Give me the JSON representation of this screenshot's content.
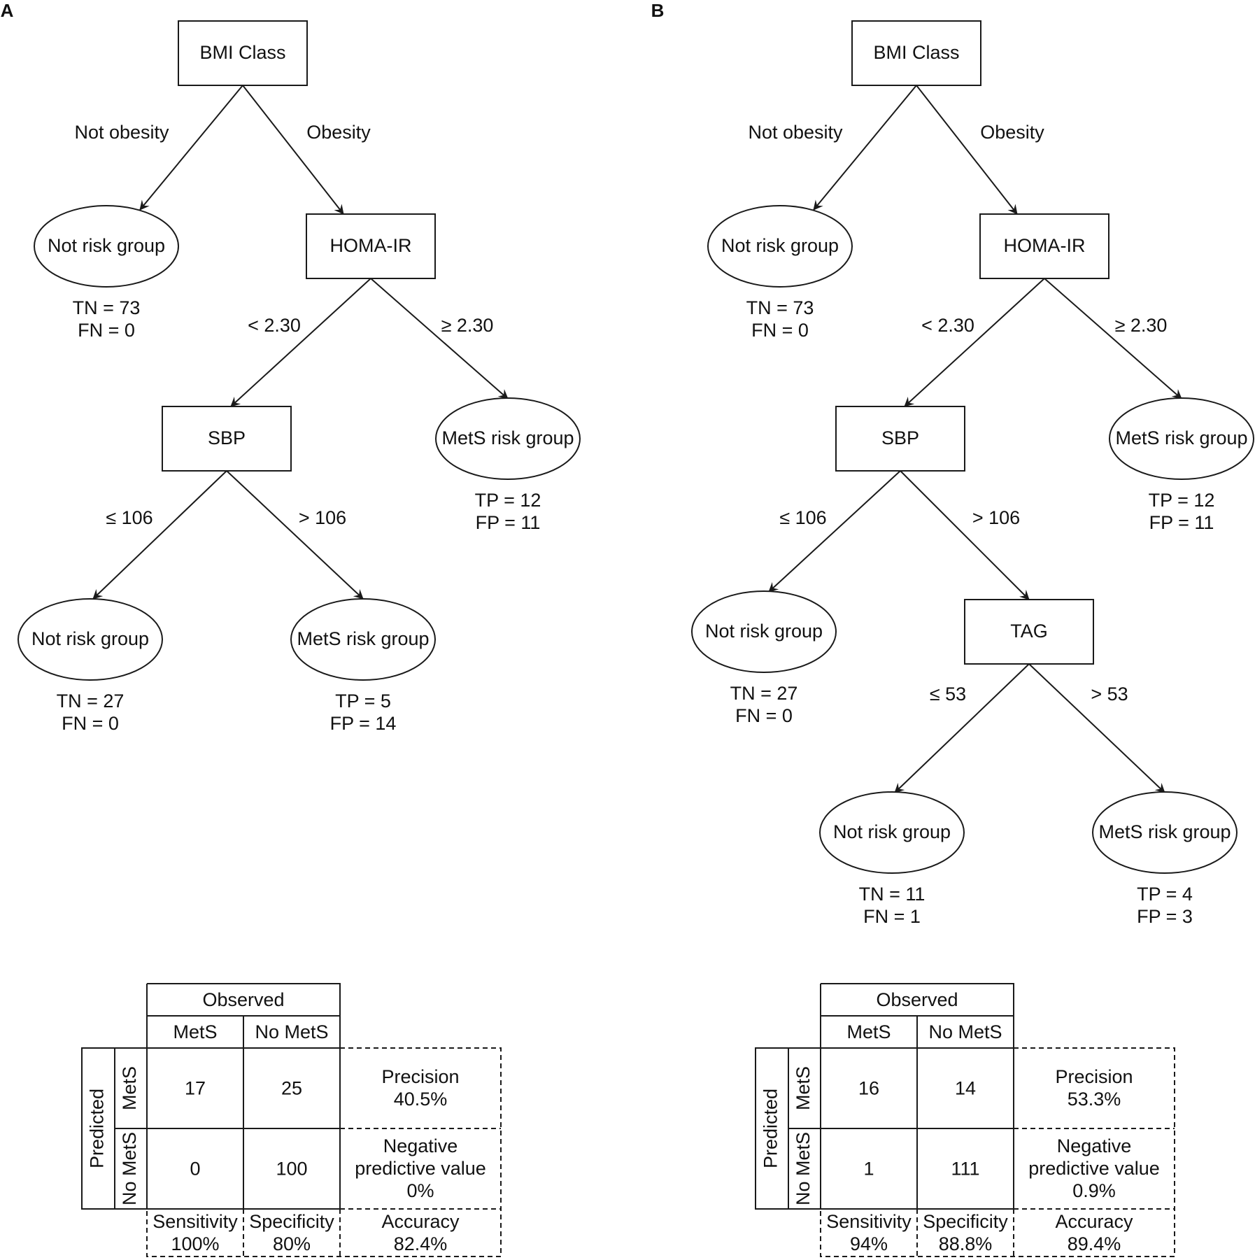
{
  "panels": [
    {
      "id": "A",
      "nodes": [
        {
          "id": "a-bmi",
          "shape": "rect",
          "label": "BMI Class"
        },
        {
          "id": "a-leaf1",
          "shape": "ellipse",
          "label": "Not risk group",
          "stats": [
            "TN = 73",
            "FN = 0"
          ]
        },
        {
          "id": "a-homa",
          "shape": "rect",
          "label": "HOMA-IR"
        },
        {
          "id": "a-sbp",
          "shape": "rect",
          "label": "SBP"
        },
        {
          "id": "a-leaf2",
          "shape": "ellipse",
          "label": "MetS risk group",
          "stats": [
            "TP = 12",
            "FP = 11"
          ]
        },
        {
          "id": "a-leaf3",
          "shape": "ellipse",
          "label": "Not risk group",
          "stats": [
            "TN = 27",
            "FN = 0"
          ]
        },
        {
          "id": "a-leaf4",
          "shape": "ellipse",
          "label": "MetS risk group",
          "stats": [
            "TP = 5",
            "FP = 14"
          ]
        }
      ],
      "edges": [
        {
          "from": "a-bmi",
          "to": "a-leaf1",
          "label": "Not obesity"
        },
        {
          "from": "a-bmi",
          "to": "a-homa",
          "label": "Obesity"
        },
        {
          "from": "a-homa",
          "to": "a-sbp",
          "label": "< 2.30"
        },
        {
          "from": "a-homa",
          "to": "a-leaf2",
          "label": "≥ 2.30"
        },
        {
          "from": "a-sbp",
          "to": "a-leaf3",
          "label": "≤ 106"
        },
        {
          "from": "a-sbp",
          "to": "a-leaf4",
          "label": "> 106"
        }
      ],
      "table": {
        "observed": "Observed",
        "predicted": "Predicted",
        "col_mets": "MetS",
        "col_nomets": "No MetS",
        "row_mets": "MetS",
        "row_nomets": "No MetS",
        "cells": [
          "17",
          "25",
          "0",
          "100"
        ],
        "precision": [
          "Precision",
          "40.5%"
        ],
        "npv": [
          "Negative",
          "predictive value",
          "0%"
        ],
        "sensitivity": [
          "Sensitivity",
          "100%"
        ],
        "specificity": [
          "Specificity",
          "80%"
        ],
        "accuracy": [
          "Accuracy",
          "82.4%"
        ]
      }
    },
    {
      "id": "B",
      "nodes": [
        {
          "id": "b-bmi",
          "shape": "rect",
          "label": "BMI Class"
        },
        {
          "id": "b-leaf1",
          "shape": "ellipse",
          "label": "Not risk group",
          "stats": [
            "TN = 73",
            "FN = 0"
          ]
        },
        {
          "id": "b-homa",
          "shape": "rect",
          "label": "HOMA-IR"
        },
        {
          "id": "b-sbp",
          "shape": "rect",
          "label": "SBP"
        },
        {
          "id": "b-leaf2",
          "shape": "ellipse",
          "label": "MetS risk group",
          "stats": [
            "TP = 12",
            "FP = 11"
          ]
        },
        {
          "id": "b-leaf3",
          "shape": "ellipse",
          "label": "Not risk group",
          "stats": [
            "TN = 27",
            "FN = 0"
          ]
        },
        {
          "id": "b-tag",
          "shape": "rect",
          "label": "TAG"
        },
        {
          "id": "b-leaf5",
          "shape": "ellipse",
          "label": "Not risk group",
          "stats": [
            "TN = 11",
            "FN = 1"
          ]
        },
        {
          "id": "b-leaf6",
          "shape": "ellipse",
          "label": "MetS risk group",
          "stats": [
            "TP = 4",
            "FP = 3"
          ]
        }
      ],
      "edges": [
        {
          "from": "b-bmi",
          "to": "b-leaf1",
          "label": "Not obesity"
        },
        {
          "from": "b-bmi",
          "to": "b-homa",
          "label": "Obesity"
        },
        {
          "from": "b-homa",
          "to": "b-sbp",
          "label": "< 2.30"
        },
        {
          "from": "b-homa",
          "to": "b-leaf2",
          "label": "≥ 2.30"
        },
        {
          "from": "b-sbp",
          "to": "b-leaf3",
          "label": "≤ 106"
        },
        {
          "from": "b-sbp",
          "to": "b-tag",
          "label": "> 106"
        },
        {
          "from": "b-tag",
          "to": "b-leaf5",
          "label": "≤ 53"
        },
        {
          "from": "b-tag",
          "to": "b-leaf6",
          "label": "> 53"
        }
      ],
      "table": {
        "observed": "Observed",
        "predicted": "Predicted",
        "col_mets": "MetS",
        "col_nomets": "No MetS",
        "row_mets": "MetS",
        "row_nomets": "No MetS",
        "cells": [
          "16",
          "14",
          "1",
          "111"
        ],
        "precision": [
          "Precision",
          "53.3%"
        ],
        "npv": [
          "Negative",
          "predictive value",
          "0.9%"
        ],
        "sensitivity": [
          "Sensitivity",
          "94%"
        ],
        "specificity": [
          "Specificity",
          "88.8%"
        ],
        "accuracy": [
          "Accuracy",
          "89.4%"
        ]
      }
    }
  ]
}
